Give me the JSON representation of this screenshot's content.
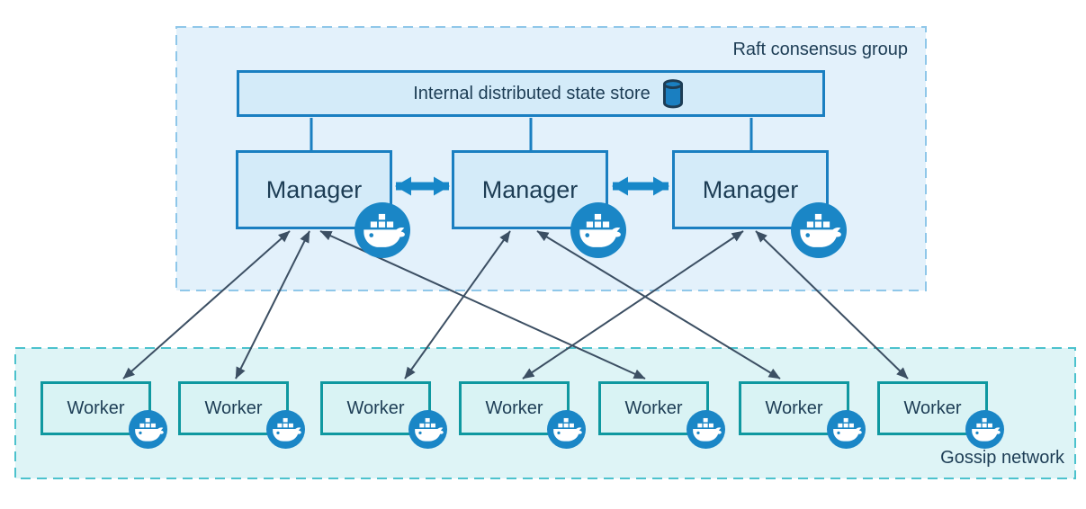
{
  "raft_group": {
    "label": "Raft consensus group",
    "state_store": {
      "label": "Internal distributed state store"
    },
    "managers": [
      {
        "id": "manager-1",
        "label": "Manager"
      },
      {
        "id": "manager-2",
        "label": "Manager"
      },
      {
        "id": "manager-3",
        "label": "Manager"
      }
    ]
  },
  "gossip_network": {
    "label": "Gossip network",
    "workers": [
      {
        "id": "worker-1",
        "label": "Worker"
      },
      {
        "id": "worker-2",
        "label": "Worker"
      },
      {
        "id": "worker-3",
        "label": "Worker"
      },
      {
        "id": "worker-4",
        "label": "Worker"
      },
      {
        "id": "worker-5",
        "label": "Worker"
      },
      {
        "id": "worker-6",
        "label": "Worker"
      },
      {
        "id": "worker-7",
        "label": "Worker"
      }
    ]
  },
  "connections": {
    "store_to_managers": [
      "manager-1",
      "manager-2",
      "manager-3"
    ],
    "manager_peer_links": [
      [
        "manager-1",
        "manager-2"
      ],
      [
        "manager-2",
        "manager-3"
      ]
    ],
    "manager_worker_links": [
      [
        "manager-1",
        "worker-1"
      ],
      [
        "manager-1",
        "worker-2"
      ],
      [
        "manager-1",
        "worker-5"
      ],
      [
        "manager-2",
        "worker-3"
      ],
      [
        "manager-2",
        "worker-6"
      ],
      [
        "manager-3",
        "worker-4"
      ],
      [
        "manager-3",
        "worker-7"
      ]
    ]
  },
  "icons": {
    "docker_node_badge": "docker-whale-icon",
    "state_store_badge": "database-cylinder-icon"
  },
  "colors": {
    "docker_blue_border": "#1a7fc1",
    "peer_arrow_blue": "#1787c8",
    "blue_node_fill": "#d4ebf9",
    "raft_fill": "#e3f1fb",
    "raft_border": "#8fc7e9",
    "gossip_fill": "#def4f6",
    "gossip_border": "#4cc2cd",
    "worker_border": "#0f98a0",
    "worker_fill": "#d9f3f4",
    "worker_manager_arrow": "#3c4f63",
    "text": "#1d3d55"
  }
}
